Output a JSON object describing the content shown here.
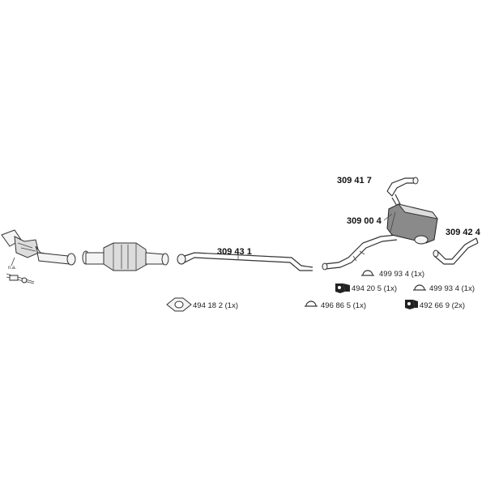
{
  "parts": {
    "rear_bend_pipe": "309 41 7",
    "rear_silencer": "309 00 4",
    "tail_pipe": "309 42 4",
    "middle_pipe": "309 43 1"
  },
  "accessories": {
    "gasket": "494 18 2 (1x)",
    "clamp_1": "499 93 4 (1x)",
    "rubber_mount_1": "494 20 5 (1x)",
    "clamp_2": "499 93 4 (1x)",
    "clamp_3": "496 86 5 (1x)",
    "rubber_mount_2": "492 66 9 (2x)"
  },
  "notes": {
    "not_available": "n.a."
  }
}
